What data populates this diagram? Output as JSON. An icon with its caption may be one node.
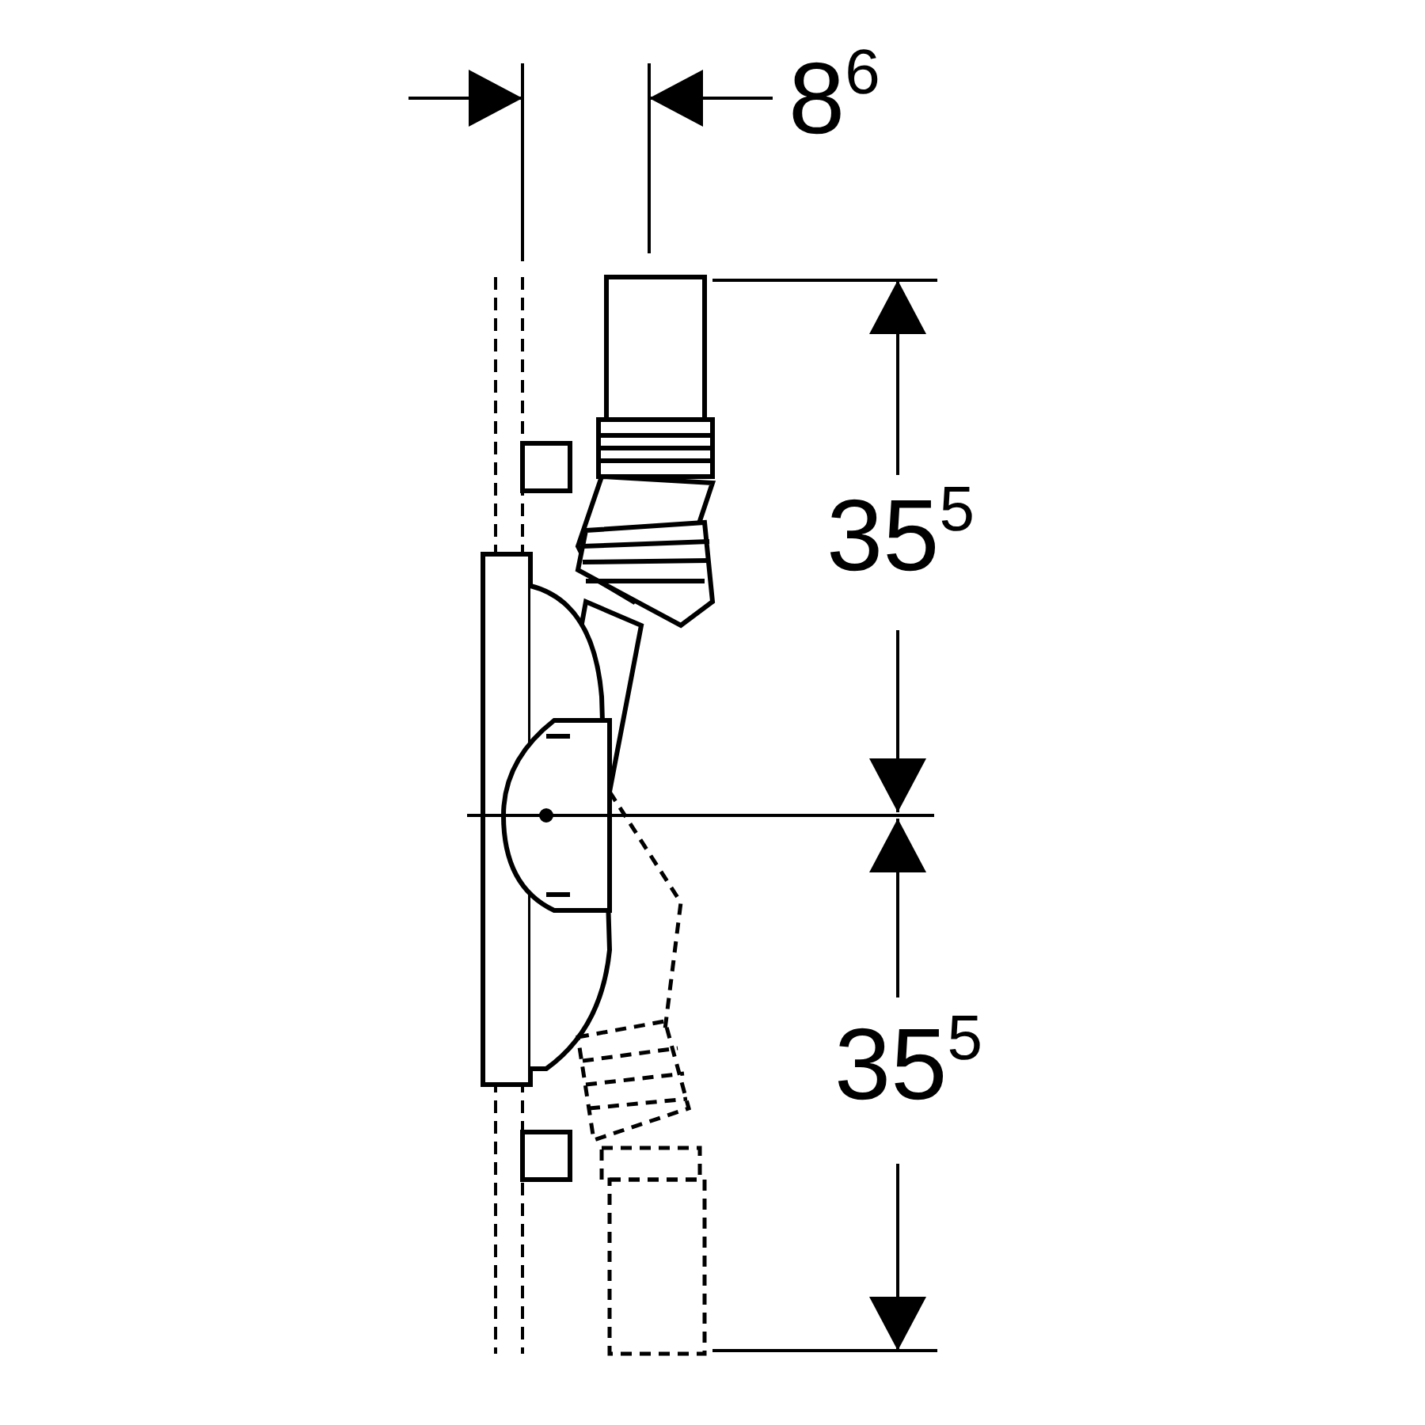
{
  "diagram": {
    "labels": [
      "8$^{6}$",
      "35$^{5}$",
      "35$^{5}$"
    ]
  }
}
